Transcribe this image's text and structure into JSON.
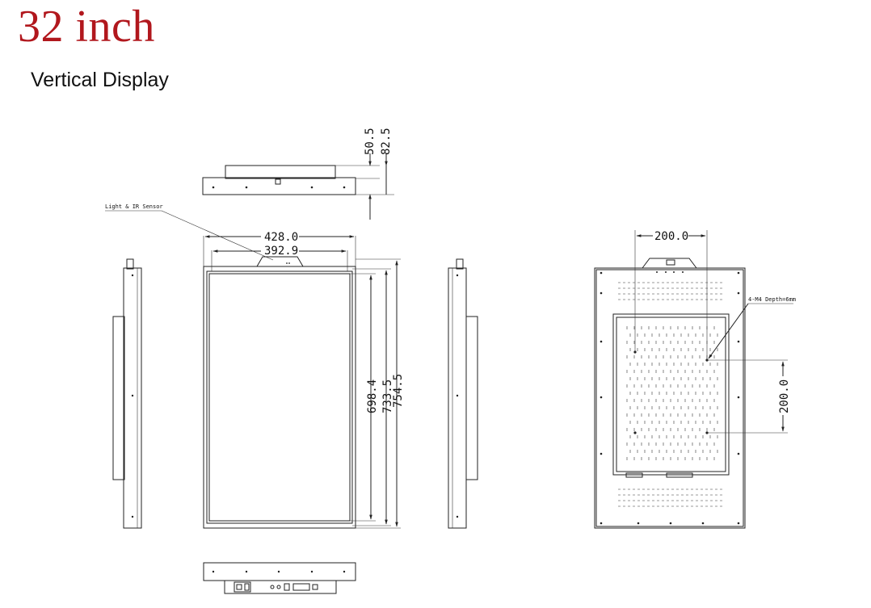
{
  "header": {
    "title": "32 inch",
    "subtitle": "Vertical Display"
  },
  "top_view": {
    "dim_a": "50.5",
    "dim_b": "82.5"
  },
  "front_view": {
    "sensor_label": "Light & IR Sensor",
    "width_outer": "428.0",
    "width_inner": "392.9",
    "height_active": "698.4",
    "height_bezel": "733.5",
    "height_total": "754.5"
  },
  "rear_view": {
    "vesa_horizontal": "200.0",
    "vesa_vertical": "200.0",
    "screw_note": "4-M4 Depth=6mm"
  },
  "colors": {
    "title": "#b1171d",
    "line": "#222222"
  }
}
